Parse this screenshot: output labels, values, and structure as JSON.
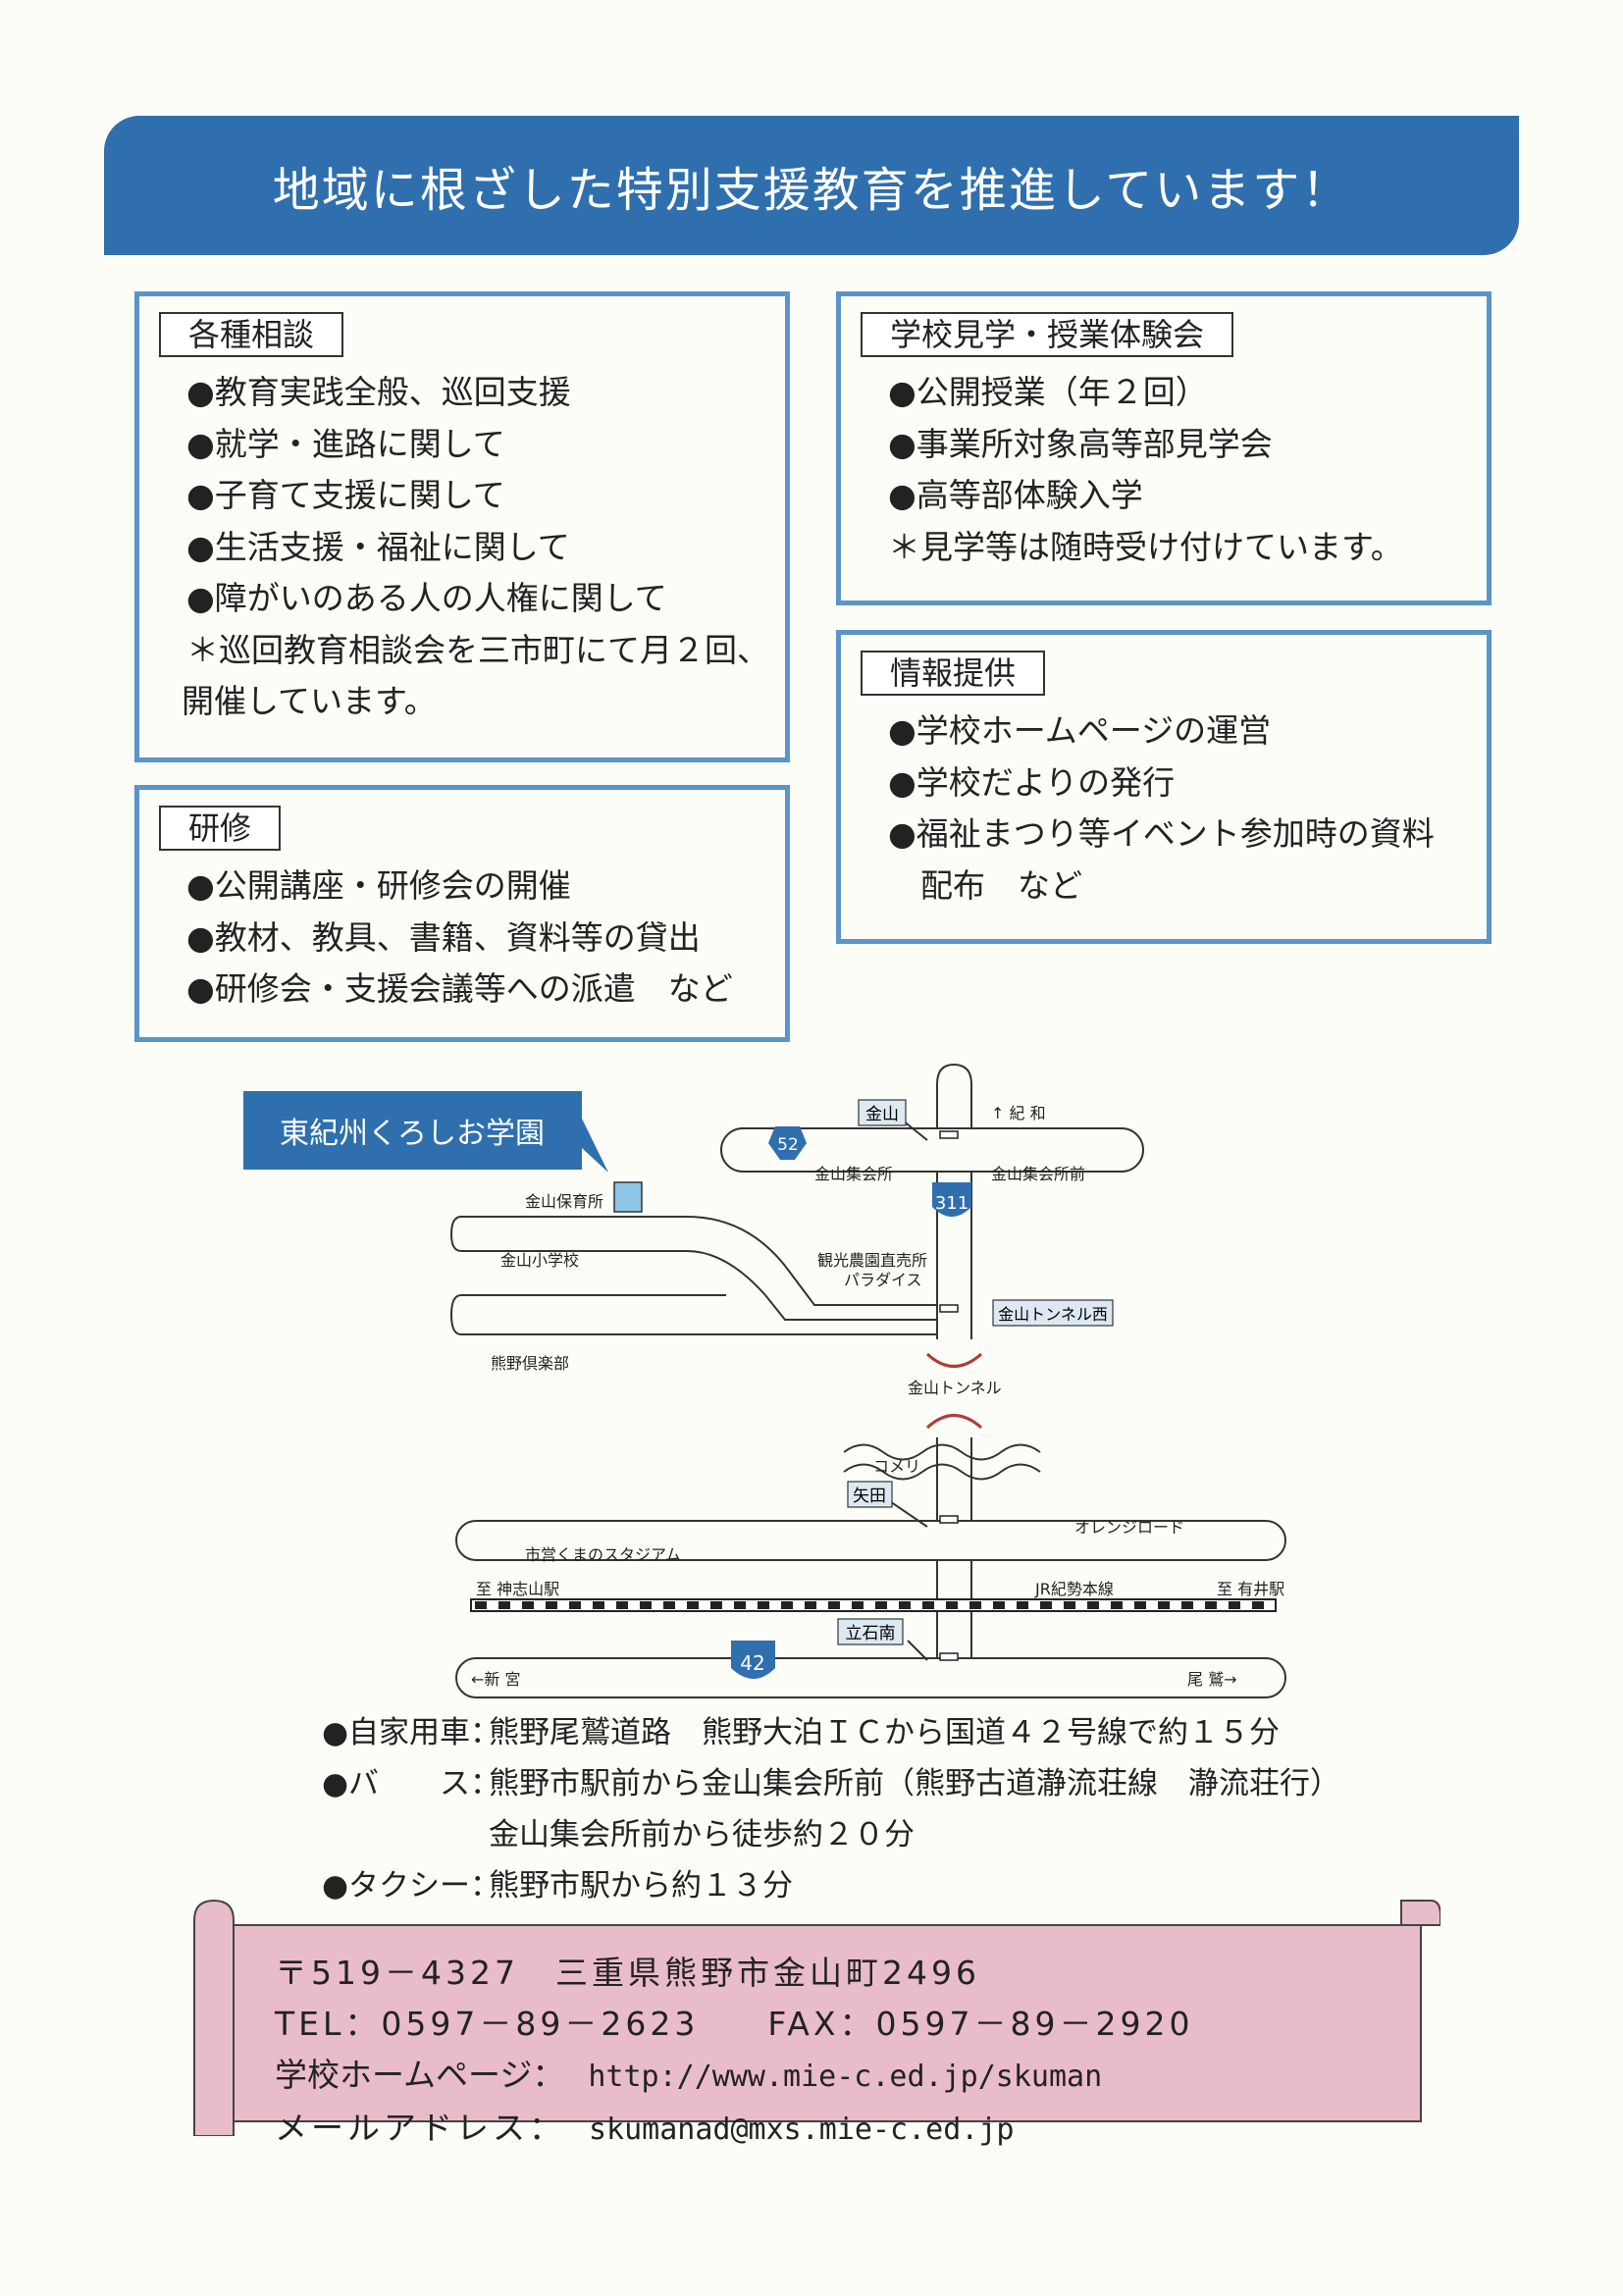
{
  "banner": {
    "title": "地域に根ざした特別支援教育を推進しています！"
  },
  "consult": {
    "tag": "各種相談",
    "items": [
      "●教育実践全般、巡回支援",
      "●就学・進路に関して",
      "●子育て支援に関して",
      "●生活支援・福祉に関して",
      "●障がいのある人の人権に関して",
      "＊巡回教育相談会を三市町にて月２回、",
      "開催しています。"
    ]
  },
  "training": {
    "tag": "研修",
    "items": [
      "●公開講座・研修会の開催",
      "●教材、教具、書籍、資料等の貸出",
      "●研修会・支援会議等への派遣　など"
    ]
  },
  "visit": {
    "tag": "学校見学・授業体験会",
    "items": [
      "●公開授業（年２回）",
      "●事業所対象高等部見学会",
      "●高等部体験入学",
      "＊見学等は随時受け付けています。"
    ]
  },
  "info": {
    "tag": "情報提供",
    "items": [
      "●学校ホームページの運営",
      "●学校だよりの発行",
      "●福祉まつり等イベント参加時の資料",
      "　配布　など"
    ]
  },
  "map": {
    "school": "東紀州くろしお学園",
    "kanayama": "金山",
    "kiwa": "↑ 紀 和",
    "route52": "52",
    "route311": "311",
    "route42": "42",
    "kanayama_shukaisho": "金山集会所",
    "kanayama_shukaisho_mae": "金山集会所前",
    "hoikusho": "金山保育所",
    "shogakko": "金山小学校",
    "kanko": "観光農園直売所",
    "paradise": "パラダイス",
    "tunnel_nishi": "金山トンネル西",
    "kumano_club": "熊野倶楽部",
    "tunnel": "金山トンネル",
    "komeri": "コメリ",
    "yada": "矢田",
    "orange_road": "オレンジロード",
    "stadium": "市営くまのスタジアム",
    "to_kaminokoyama": "至 神志山駅",
    "jr_line": "JR紀勢本線",
    "to_arii": "至 有井駅",
    "tateishi_minami": "立石南",
    "to_shingu": "←新 宮",
    "to_owase": "尾 鷲→"
  },
  "access": [
    {
      "key": "●自家用車：",
      "value": "熊野尾鷲道路　熊野大泊ＩＣから国道４２号線で約１５分"
    },
    {
      "key": "●バ　　ス：",
      "value": "熊野市駅前から金山集会所前（熊野古道瀞流荘線　瀞流荘行）"
    },
    {
      "key": "",
      "value": "金山集会所前から徒歩約２０分"
    },
    {
      "key": "●タクシー：",
      "value": "熊野市駅から約１３分"
    }
  ],
  "contact": {
    "address": "〒519－4327　三重県熊野市金山町2496",
    "tel": "TEL：0597－89－2623",
    "fax": "FAX：0597－89－2920",
    "hp_label": "学校ホームページ：",
    "hp_url": "http://www.mie-c.ed.jp/skuman",
    "mail_label": "メールアドレス：",
    "mail": "skumanad@mxs.mie-c.ed.jp"
  }
}
